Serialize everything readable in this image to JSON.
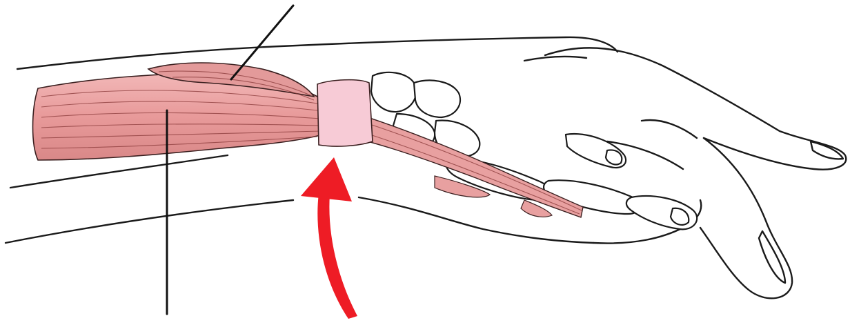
{
  "figure": {
    "subject": "forearm-and-hand-lateral-view",
    "colors": {
      "background": "#ffffff",
      "outline": "#1a1a1a",
      "muscle_fill": "#e8a0a0",
      "muscle_fiber": "#8a3a3a",
      "retinaculum_fill": "#f7cbd6",
      "arrow": "#ee1c25",
      "leader_line": "#111111"
    },
    "icons": {
      "arrow": "curved-upward-arrow",
      "pointer": "leader-line"
    }
  }
}
